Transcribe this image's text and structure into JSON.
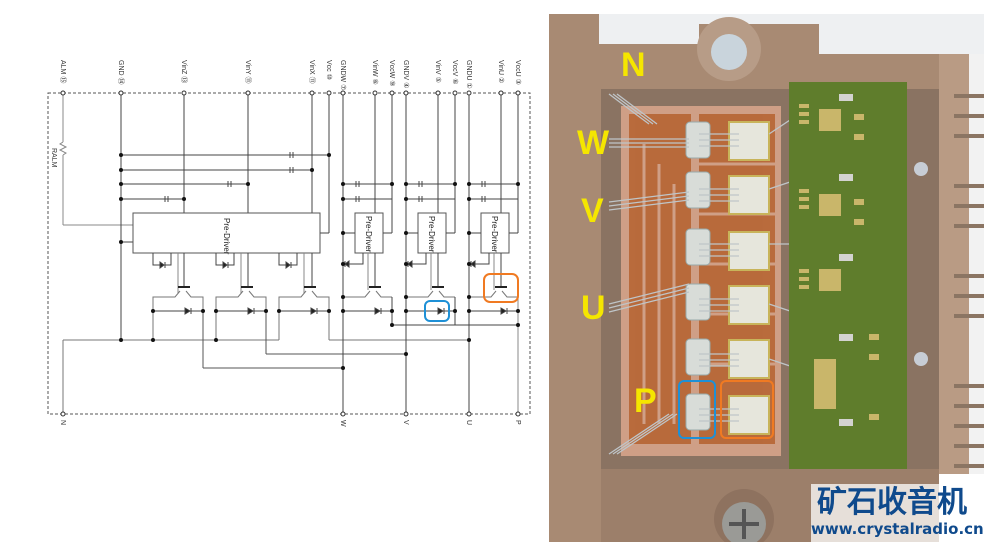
{
  "schematic": {
    "top_pins": [
      {
        "id": "alm",
        "label": "ALM ⑮"
      },
      {
        "id": "gnd",
        "label": "GND ⑭"
      },
      {
        "id": "vinz",
        "label": "VinZ ⑬"
      },
      {
        "id": "viny",
        "label": "VinY ⑪"
      },
      {
        "id": "vinx",
        "label": "VinX ⑪"
      },
      {
        "id": "vcc",
        "label": "Vcc ⑩"
      },
      {
        "id": "gndw",
        "label": "GNDW ⑦"
      },
      {
        "id": "vinw",
        "label": "VinW ⑥"
      },
      {
        "id": "vccw",
        "label": "VccW ⑨"
      },
      {
        "id": "gndv",
        "label": "GNDV ④"
      },
      {
        "id": "vinv",
        "label": "VinV ⑤"
      },
      {
        "id": "vccv",
        "label": "VccV ⑥"
      },
      {
        "id": "gndu",
        "label": "GNDU ①"
      },
      {
        "id": "vinu",
        "label": "VinU ②"
      },
      {
        "id": "vccu",
        "label": "VccU ③"
      }
    ],
    "bottom_pins": [
      {
        "id": "n",
        "label": "N"
      },
      {
        "id": "w",
        "label": "W"
      },
      {
        "id": "v",
        "label": "V"
      },
      {
        "id": "u",
        "label": "U"
      },
      {
        "id": "p",
        "label": "P"
      }
    ],
    "resistor_label": "RALM",
    "predriver_label": "Pre-Driver",
    "highlights": {
      "diode_color": "#1e90d6",
      "igbt_color": "#f07a22"
    }
  },
  "photo": {
    "phase_labels": [
      "N",
      "W",
      "V",
      "U",
      "P"
    ],
    "highlight_colors": {
      "diode": "#1e90d6",
      "igbt": "#f07a22"
    },
    "label_color": "#f5e600"
  },
  "watermark": {
    "title": "矿石收音机",
    "url": "www.crystalradio.cn"
  }
}
